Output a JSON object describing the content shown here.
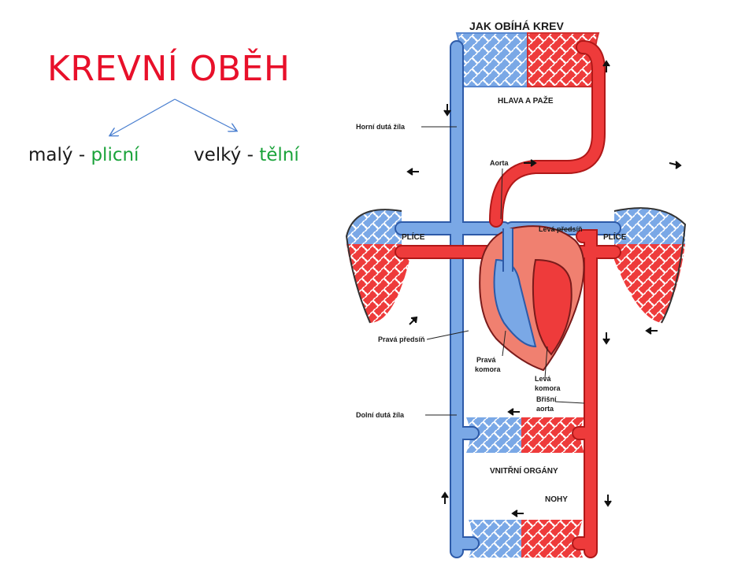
{
  "slide": {
    "title": "KREVNÍ OBĚH",
    "branches": {
      "small_word": "malý",
      "small_separator": "-",
      "small_type": "plicní",
      "large_word": "velký",
      "large_separator": "-",
      "large_type": "tělní"
    }
  },
  "diagram": {
    "heading": "JAK OBÍHÁ KREV",
    "labels": {
      "head_arms": "HLAVA A PAŽE",
      "superior_vena_cava": "Horní dutá žíla",
      "aorta": "Aorta",
      "lungs_left": "PLÍCE",
      "lungs_right": "PLÍCE",
      "left_atrium": "Levá předsíň",
      "right_atrium": "Pravá předsíň",
      "right_ventricle_1": "Pravá",
      "right_ventricle_2": "komora",
      "left_ventricle_1": "Levá",
      "left_ventricle_2": "komora",
      "abdominal_aorta_1": "Břišní",
      "abdominal_aorta_2": "aorta",
      "inferior_vena_cava": "Dolní dutá žíla",
      "internal_organs": "VNITŘNÍ ORGÁNY",
      "legs": "NOHY"
    },
    "colors": {
      "oxygenated": "#e8202a",
      "deoxygenated": "#4a7fd0",
      "heart_muscle": "#f08070",
      "title_red": "#e8102a",
      "accent_green": "#1aa33a"
    }
  }
}
